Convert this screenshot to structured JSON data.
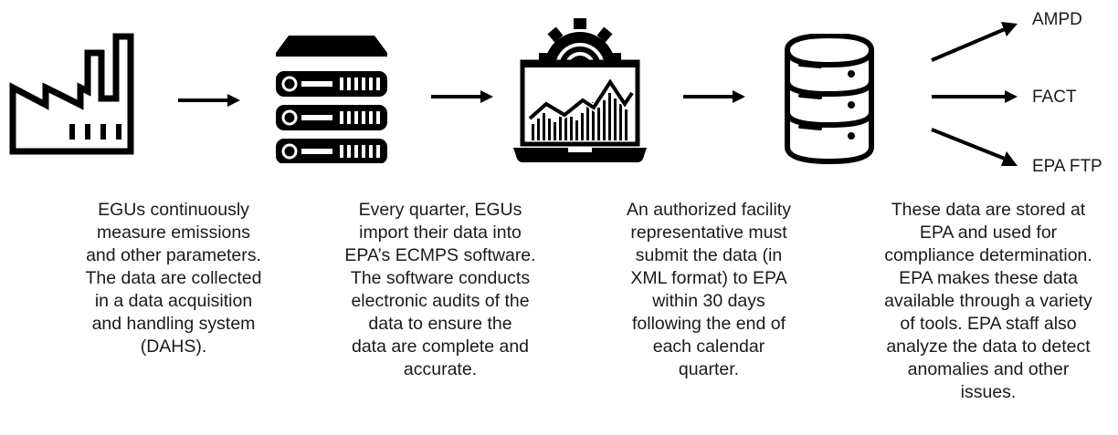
{
  "stages": [
    {
      "icon": "factory-icon",
      "lines": [
        "EGUs continuously",
        "measure emissions",
        "and other parameters.",
        "The data are collected",
        "in a data acquisition",
        "and handling system",
        "(DAHS)."
      ]
    },
    {
      "icon": "server-icon",
      "lines": [
        "Every quarter, EGUs",
        "import their data into",
        "EPA’s ECMPS software.",
        "The software conducts",
        "electronic audits of the",
        "data to ensure the",
        "data are complete and",
        "accurate."
      ]
    },
    {
      "icon": "laptop-analytics-icon",
      "lines": [
        "An authorized facility",
        "representative must",
        "submit the data (in",
        "XML format) to EPA",
        "within 30 days",
        "following the end of",
        "each calendar",
        "quarter."
      ]
    },
    {
      "icon": "database-icon",
      "lines": [
        "These data are stored at",
        "EPA and used for",
        "compliance determination.",
        "EPA makes these data",
        "available through a variety",
        "of tools. EPA staff also",
        "analyze the data to detect",
        "anomalies and other",
        "issues."
      ]
    }
  ],
  "outputs": {
    "ampd": "AMPD",
    "fact": "FACT",
    "epa_ftp": "EPA FTP"
  },
  "colors": {
    "ink": "#000000",
    "text": "#1a1a1a",
    "background": "#ffffff"
  }
}
